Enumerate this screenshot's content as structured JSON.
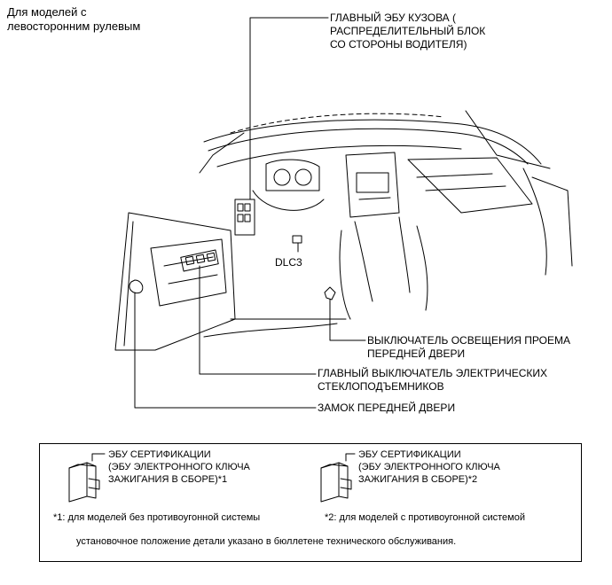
{
  "title": "Для моделей с\nлевосторонним рулевым",
  "callouts": {
    "main_body_ecu": "ГЛАВНЫЙ ЭБУ КУЗОВА (\nРАСПРЕДЕЛИТЕЛЬНЫЙ БЛОК\nСО СТОРОНЫ ВОДИТЕЛЯ)",
    "dlc3": "DLC3",
    "door_courtesy_switch": "ВЫКЛЮЧАТЕЛЬ ОСВЕЩЕНИЯ ПРОЕМА\nПЕРЕДНЕЙ ДВЕРИ",
    "power_window_switch": "ГЛАВНЫЙ ВЫКЛЮЧАТЕЛЬ ЭЛЕКТРИЧЕСКИХ\nСТЕКЛОПОДЪЕМНИКОВ",
    "front_door_lock": "ЗАМОК ПЕРЕДНЕЙ ДВЕРИ"
  },
  "legend": {
    "ecu1_label": "ЭБУ СЕРТИФИКАЦИИ\n(ЭБУ ЭЛЕКТРОННОГО КЛЮЧА\nЗАЖИГАНИЯ В СБОРЕ)*1",
    "ecu2_label": "ЭБУ СЕРТИФИКАЦИИ\n(ЭБУ ЭЛЕКТРОННОГО КЛЮЧА\nЗАЖИГАНИЯ В СБОРЕ)*2",
    "note1": "*1: для моделей без противоугонной системы",
    "note2": "*2: для моделей с противоугонной системой",
    "footnote": "установочное положение детали указано в бюллетене технического обслуживания."
  }
}
